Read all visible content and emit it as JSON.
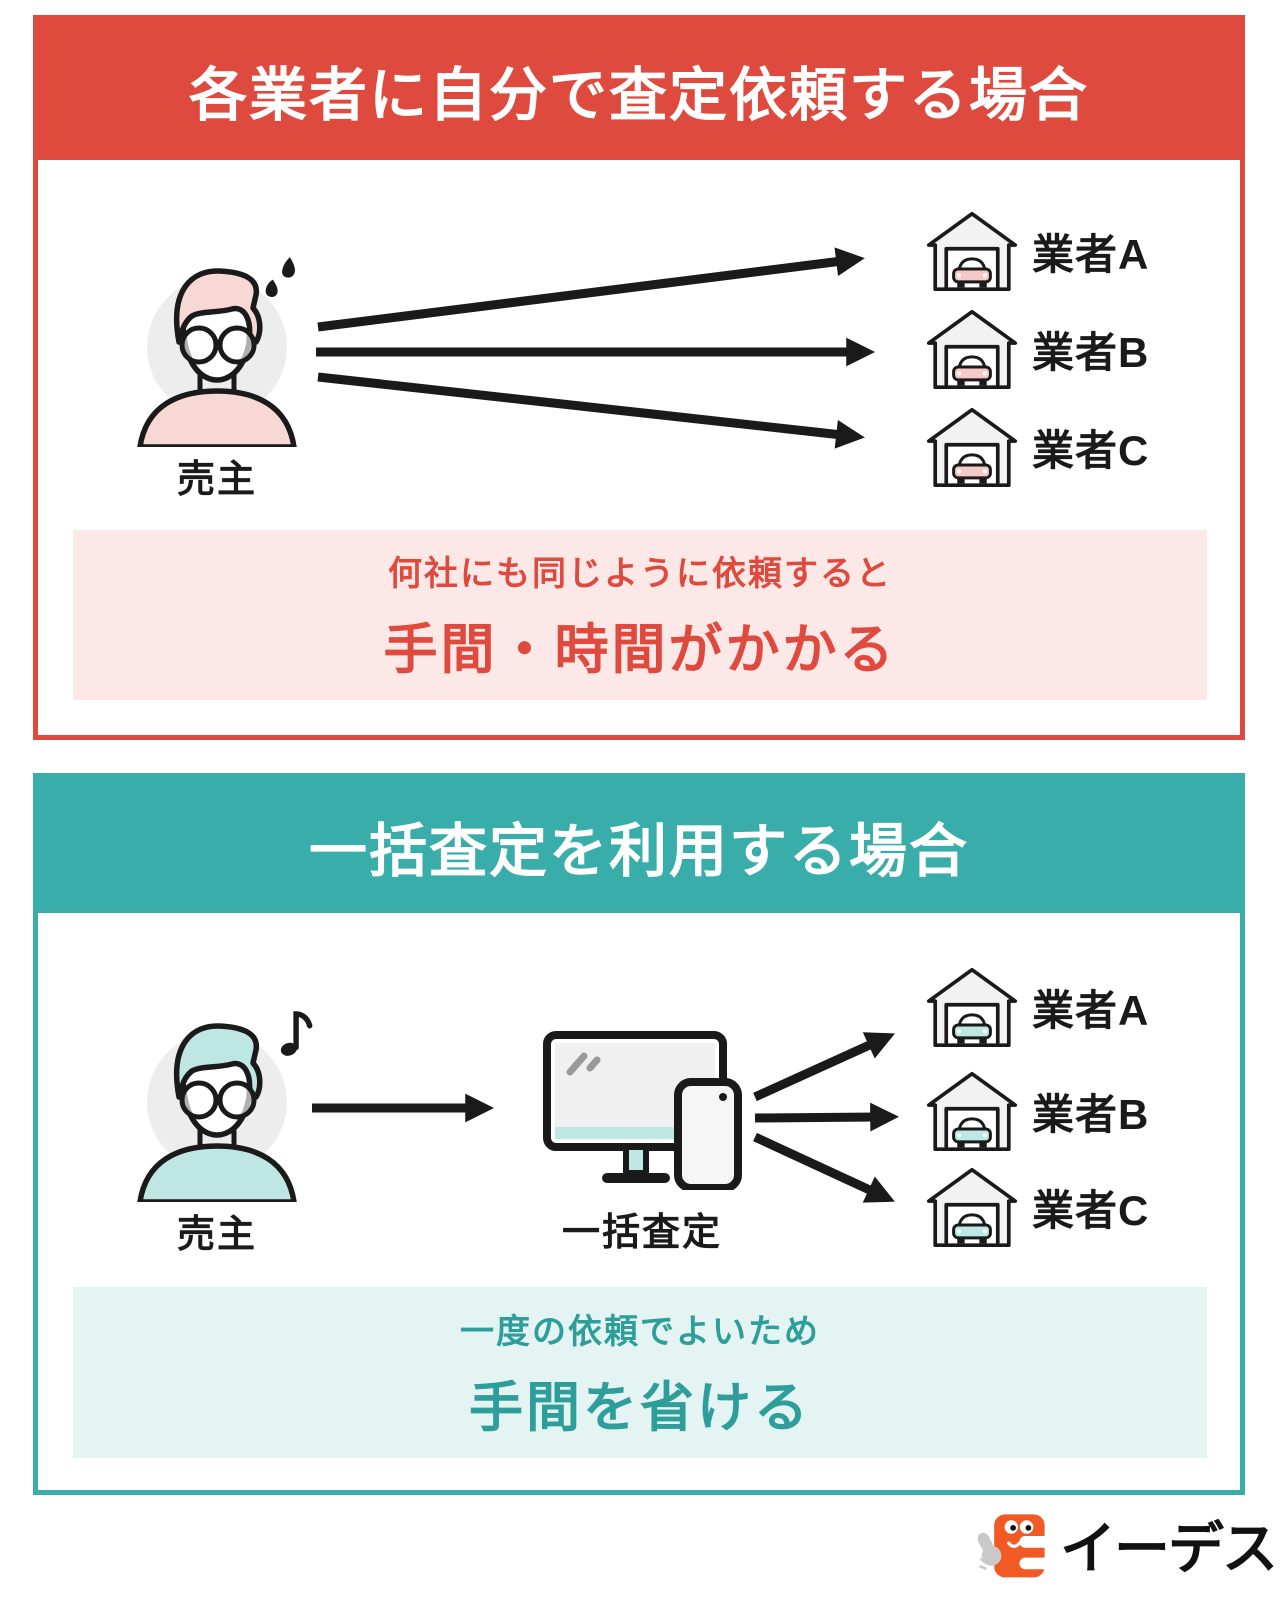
{
  "section1": {
    "header": "各業者に自分で査定依頼する場合",
    "seller_label": "売主",
    "vendors": [
      {
        "label": "業者A"
      },
      {
        "label": "業者B"
      },
      {
        "label": "業者C"
      }
    ],
    "note_line1": "何社にも同じように依頼すると",
    "note_line2": "手間・時間がかかる"
  },
  "section2": {
    "header": "一括査定を利用する場合",
    "seller_label": "売主",
    "hub_label": "一括査定",
    "vendors": [
      {
        "label": "業者A"
      },
      {
        "label": "業者B"
      },
      {
        "label": "業者C"
      }
    ],
    "note_line1": "一度の依頼でよいため",
    "note_line2": "手間を省ける"
  },
  "footer": {
    "brand": "イーデス"
  },
  "icons": {
    "seller_stressed": "person-sweat-icon",
    "seller_relaxed": "person-music-icon",
    "vendor": "garage-car-icon",
    "hub": "desktop-smartphone-icon",
    "brand_mark": "orange-e-mascot-icon"
  },
  "colors": {
    "section1_accent": "#df4a3f",
    "section1_note_bg": "#fce8e6",
    "section2_accent": "#39ada9",
    "section2_note_bg": "#e4f4f3",
    "section2_note_text": "#2e9e9a",
    "arrow": "#1a1a1a",
    "brand_orange": "#f15a24"
  }
}
